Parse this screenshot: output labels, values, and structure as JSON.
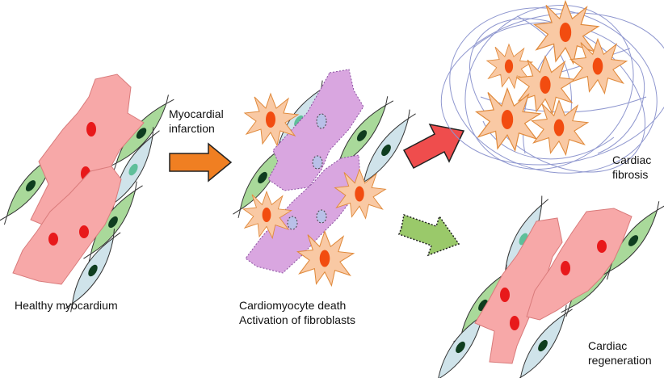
{
  "labels": {
    "healthy": "Healthy myocardium",
    "infarction_line1": "Myocardial",
    "infarction_line2": "infarction",
    "death_line1": "Cardiomyocyte death",
    "death_line2": "Activation of fibroblasts",
    "fibrosis_line1": "Cardiac",
    "fibrosis_line2": "fibrosis",
    "regen_line1": "Cardiac",
    "regen_line2": "regeneration"
  },
  "colors": {
    "healthy_cardiomyocyte": "#f7a8a8",
    "dead_cardiomyocyte": "#d9a6e0",
    "fibroblast": "#f9c9a4",
    "nucleus": "#e8191b",
    "fibroblast_nucleus": "#f24c10",
    "arrow_infarction": "#f07f22",
    "arrow_fibrosis": "#ef4d4d",
    "arrow_regeneration": "#9ac96a",
    "extracellular_matrix": "#8f97cf"
  }
}
